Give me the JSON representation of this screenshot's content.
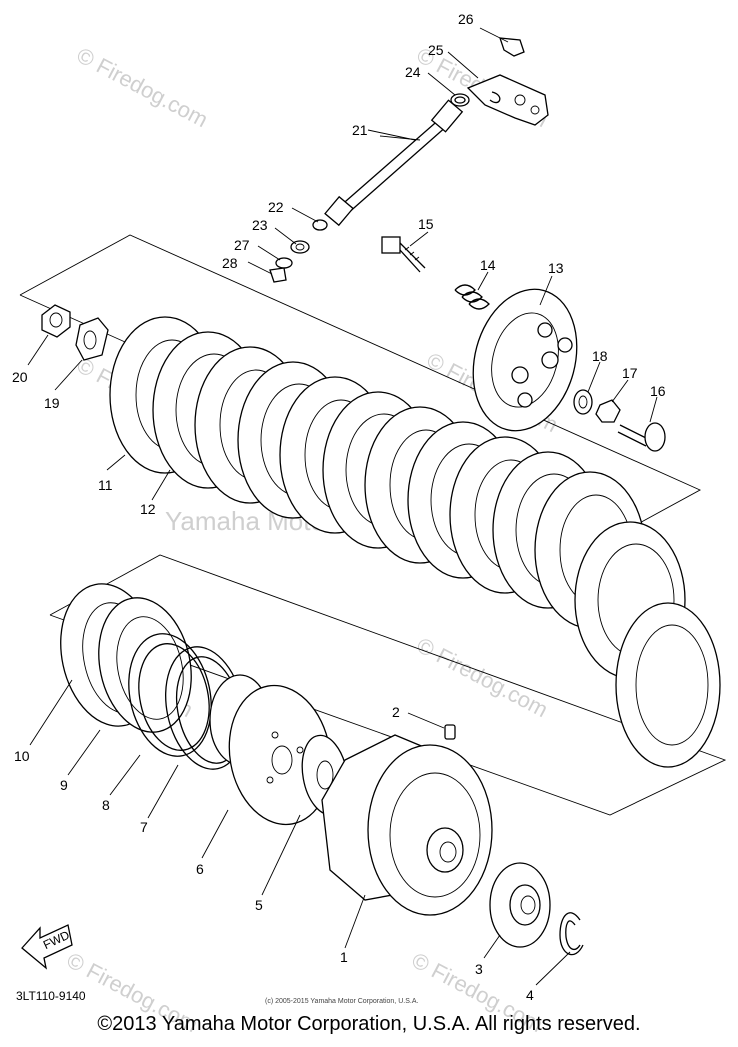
{
  "watermarks": [
    "© Firedog.com",
    "© Firedog.com",
    "© Firedog.com",
    "Yamaha Motor Corp., U.S.A.",
    "© Firedog.com",
    "© Firedog.com",
    "© Firedog.com",
    "© Firedog.com",
    "© Firedog.com"
  ],
  "callouts": {
    "p1": "1",
    "p2": "2",
    "p3": "3",
    "p4": "4",
    "p5": "5",
    "p6": "6",
    "p7": "7",
    "p8": "8",
    "p9": "9",
    "p10": "10",
    "p11": "11",
    "p12": "12",
    "p13": "13",
    "p14": "14",
    "p15": "15",
    "p16": "16",
    "p17": "17",
    "p18": "18",
    "p19": "19",
    "p20": "20",
    "p21": "21",
    "p22": "22",
    "p23": "23",
    "p24": "24",
    "p25": "25",
    "p26": "26",
    "p27": "27",
    "p28": "28"
  },
  "fwd_label": "FWD",
  "diagram_code": "3LT110-9140",
  "fine_print": "(c) 2005-2015 Yamaha Motor Corporation, U.S.A.",
  "copyright": "©2013 Yamaha Motor Corporation, U.S.A. All rights reserved."
}
